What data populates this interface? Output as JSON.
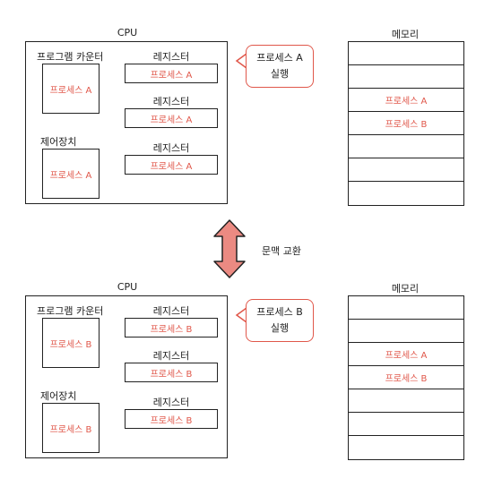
{
  "panels": [
    {
      "cpu_title": "CPU",
      "program_counter_label": "프로그램 카운터",
      "program_counter_value": "프로세스 A",
      "control_unit_label": "제어장치",
      "control_unit_value": "프로세스 A",
      "registers": [
        {
          "label": "레지스터",
          "value": "프로세스 A"
        },
        {
          "label": "레지스터",
          "value": "프로세스 A"
        },
        {
          "label": "레지스터",
          "value": "프로세스 A"
        }
      ],
      "bubble_line1": "프로세스 A",
      "bubble_line2": "실행",
      "memory_title": "메모리",
      "memory_rows": [
        "",
        "",
        "프로세스 A",
        "프로세스 B",
        "",
        "",
        ""
      ]
    },
    {
      "cpu_title": "CPU",
      "program_counter_label": "프로그램 카운터",
      "program_counter_value": "프로세스 B",
      "control_unit_label": "제어장치",
      "control_unit_value": "프로세스 B",
      "registers": [
        {
          "label": "레지스터",
          "value": "프로세스 B"
        },
        {
          "label": "레지스터",
          "value": "프로세스 B"
        },
        {
          "label": "레지스터",
          "value": "프로세스 B"
        }
      ],
      "bubble_line1": "프로세스 B",
      "bubble_line2": "실행",
      "memory_title": "메모리",
      "memory_rows": [
        "",
        "",
        "프로세스 A",
        "프로세스 B",
        "",
        "",
        ""
      ]
    }
  ],
  "swap_label": "문맥 교환",
  "colors": {
    "accent": "#e0574a",
    "arrow_fill": "#eb8a82",
    "line": "#222222"
  }
}
